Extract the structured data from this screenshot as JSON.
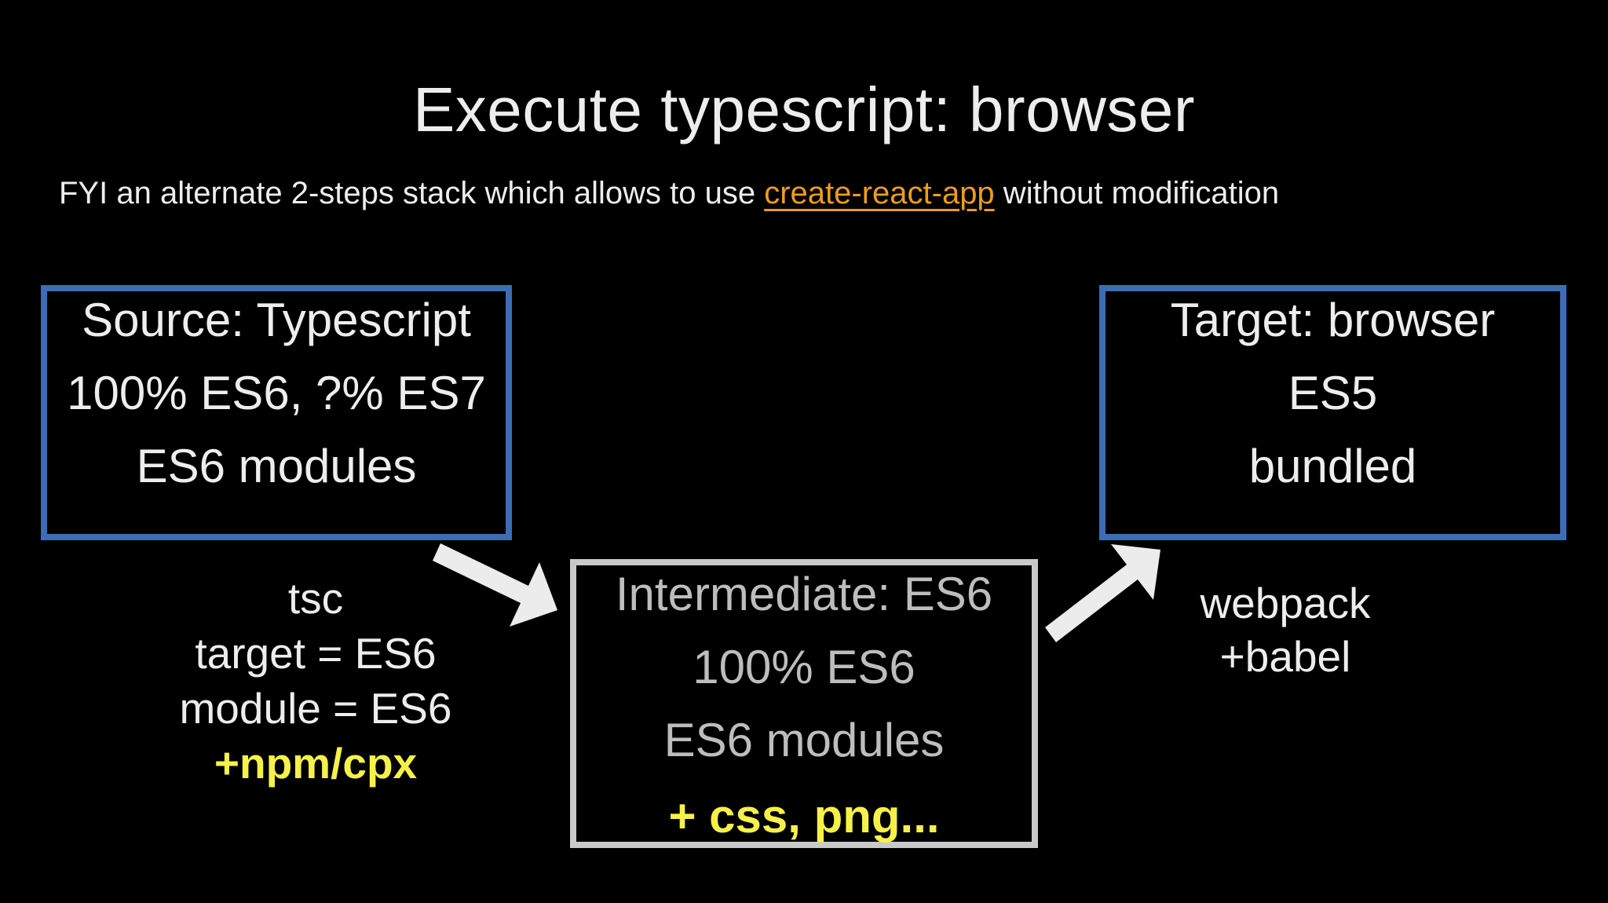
{
  "slide": {
    "title": "Execute typescript: browser",
    "subtitle": {
      "prefix": "FYI an alternate 2-steps stack which allows to use ",
      "link_text": "create-react-app",
      "suffix": " without modification"
    }
  },
  "boxes": {
    "source": {
      "lines": [
        "Source: Typescript",
        "100% ES6, ?% ES7",
        "ES6 modules"
      ]
    },
    "intermediate": {
      "lines": [
        "Intermediate: ES6",
        "100% ES6",
        "ES6 modules"
      ],
      "highlight_line": "+ css, png..."
    },
    "target": {
      "lines": [
        "Target: browser",
        "ES5",
        "bundled"
      ]
    }
  },
  "annotations": {
    "source_to_intermediate": {
      "lines": [
        "tsc",
        "target = ES6",
        "module = ES6"
      ],
      "highlight_line": "+npm/cpx"
    },
    "intermediate_to_target": {
      "lines": [
        "webpack",
        "+babel"
      ]
    }
  },
  "theme": {
    "background": "#000000",
    "box_border_blue": "#3c6db6",
    "box_border_gray": "#c9c9c9",
    "text_white": "#ededed",
    "text_gray": "#bdbdbd",
    "link_orange": "#ee9c1d",
    "highlight_yellow": "#f6f148",
    "arrow_white": "#ececec"
  }
}
